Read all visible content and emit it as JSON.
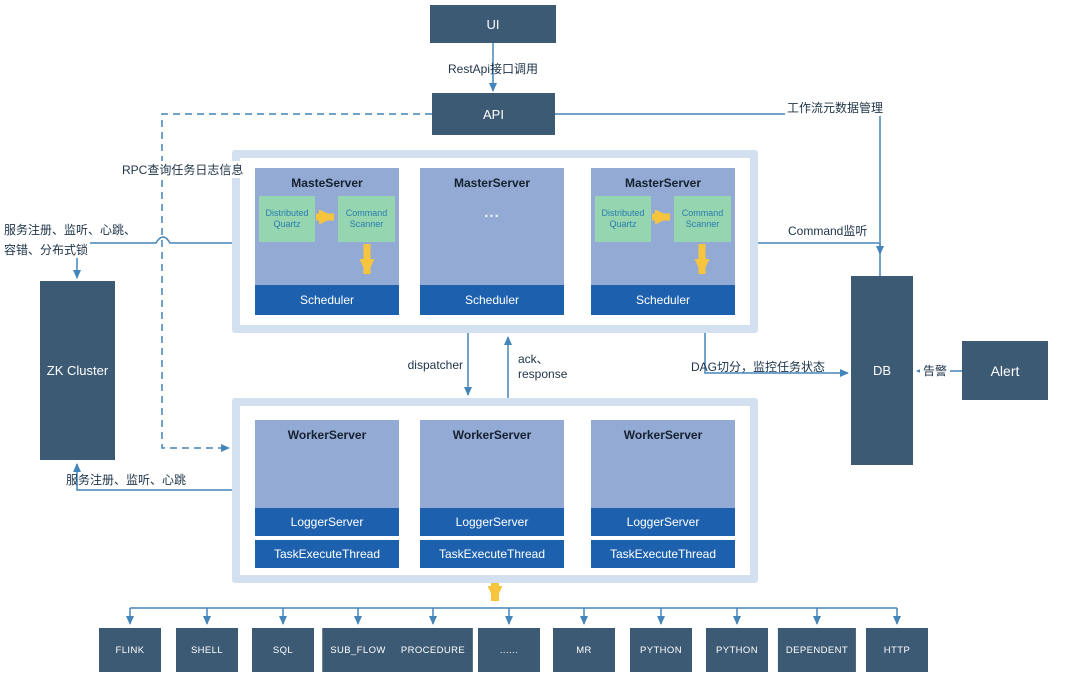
{
  "diagram": {
    "nodes": {
      "ui": {
        "label": "UI"
      },
      "api": {
        "label": "API"
      },
      "zk": {
        "label": "ZK Cluster"
      },
      "db": {
        "label": "DB"
      },
      "alert": {
        "label": "Alert"
      }
    },
    "edge_labels": {
      "rest_api_call": "RestApi接口调用",
      "workflow_metadata": "工作流元数据管理",
      "rpc_query_log": "RPC查询任务日志信息",
      "zk_register_line1": "服务注册、监听、心跳、",
      "zk_register_line2": "容错、分布式锁",
      "command_listen": "Command监听",
      "dispatcher": "dispatcher",
      "ack_line1": "ack、",
      "ack_line2": "response",
      "dag_monitor": "DAG切分，监控任务状态",
      "alert_alarm": "告警",
      "worker_register": "服务注册、监听、心跳"
    },
    "master_cluster": {
      "servers": [
        {
          "title": "MasteServer",
          "quartz": "Distributed Quartz",
          "scanner": "Command Scanner",
          "scheduler": "Scheduler"
        },
        {
          "title": "MasterServer",
          "ellipsis": "...",
          "scheduler": "Scheduler"
        },
        {
          "title": "MasterServer",
          "quartz": "Distributed Quartz",
          "scanner": "Command Scanner",
          "scheduler": "Scheduler"
        }
      ]
    },
    "worker_cluster": {
      "servers": [
        {
          "title": "WorkerServer",
          "logger": "LoggerServer",
          "task_thread": "TaskExecuteThread"
        },
        {
          "title": "WorkerServer",
          "logger": "LoggerServer",
          "task_thread": "TaskExecuteThread"
        },
        {
          "title": "WorkerServer",
          "logger": "LoggerServer",
          "task_thread": "TaskExecuteThread"
        }
      ]
    },
    "task_types": [
      "FLINK",
      "SHELL",
      "SQL",
      "SUB_FLOW",
      "PROCEDURE",
      "......",
      "MR",
      "PYTHON",
      "PYTHON",
      "DEPENDENT",
      "HTTP"
    ],
    "colors": {
      "node_dark": "#3c5a74",
      "server_body": "#93aad5",
      "server_bar": "#1d61ae",
      "green_box": "#95d5b0",
      "green_box_text": "#2b7cb0",
      "cluster_frame": "#d2e0f0",
      "connector": "#4485ba",
      "yellow_arrow": "#f7c53d",
      "label_text": "#1d3348"
    }
  }
}
